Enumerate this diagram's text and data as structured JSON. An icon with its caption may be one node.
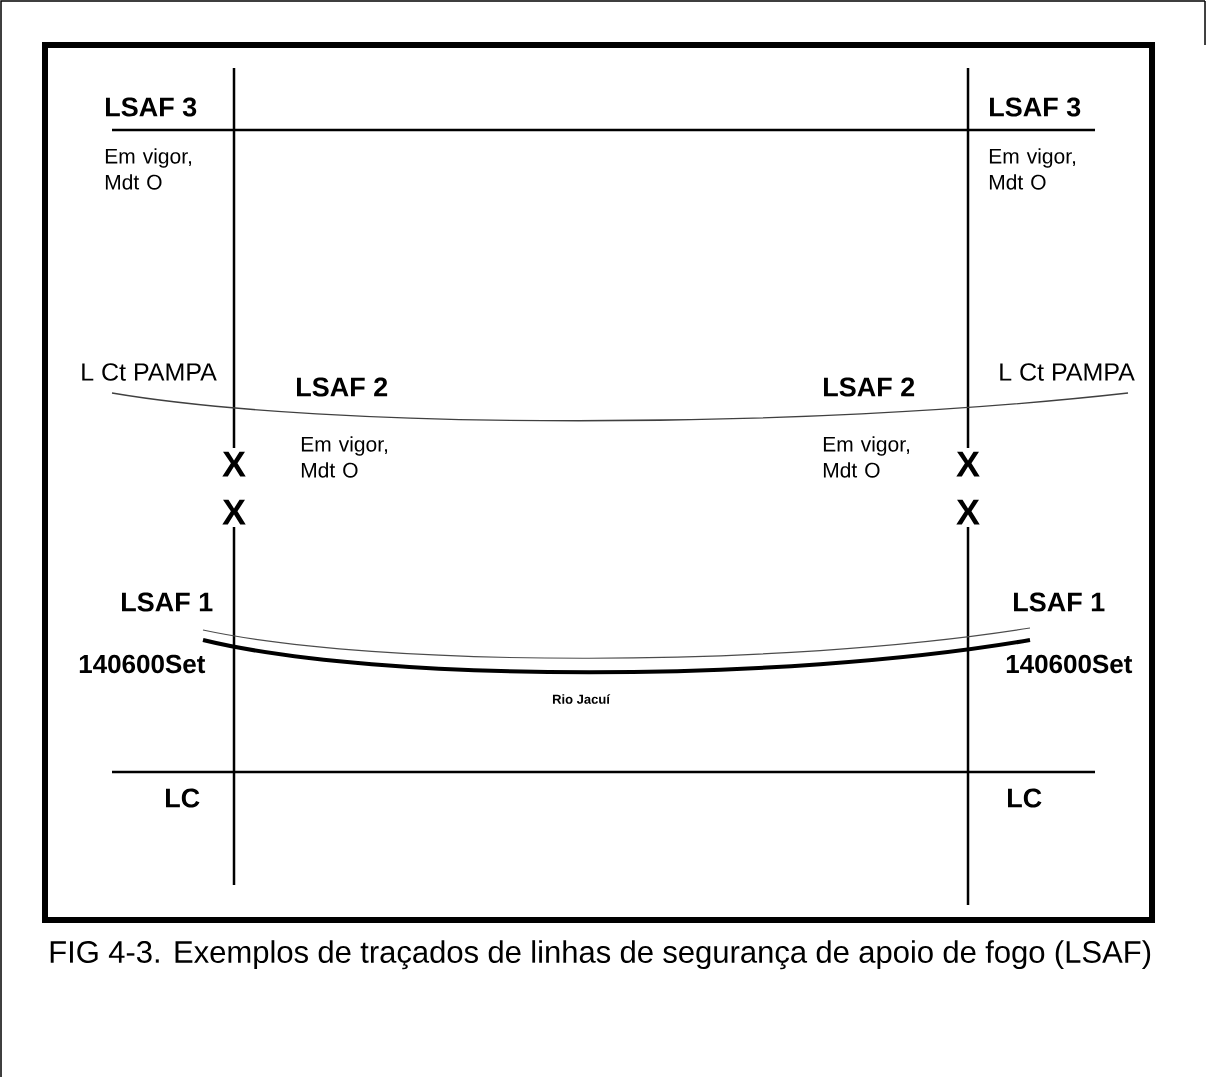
{
  "diagram": {
    "caption": "FIG 4-3. Exemplos de traçados de linhas de segurança de apoio de fogo (LSAF)",
    "labels": [
      "LSAF 3",
      "LSAF 3",
      "Em vigor, Mdt O",
      "Em vigor, Mdt O",
      "L Ct PAMPA",
      "L Ct PAMPA",
      "LSAF 2",
      "LSAF 2",
      "X",
      "Em vigor, Mdt O",
      "Em vigor, Mdt O",
      "X",
      "X",
      "X",
      "LSAF 1",
      "LSAF 1",
      "140600Set",
      "140600Set",
      "Rio Jacuí",
      "LC",
      "LC"
    ]
  }
}
